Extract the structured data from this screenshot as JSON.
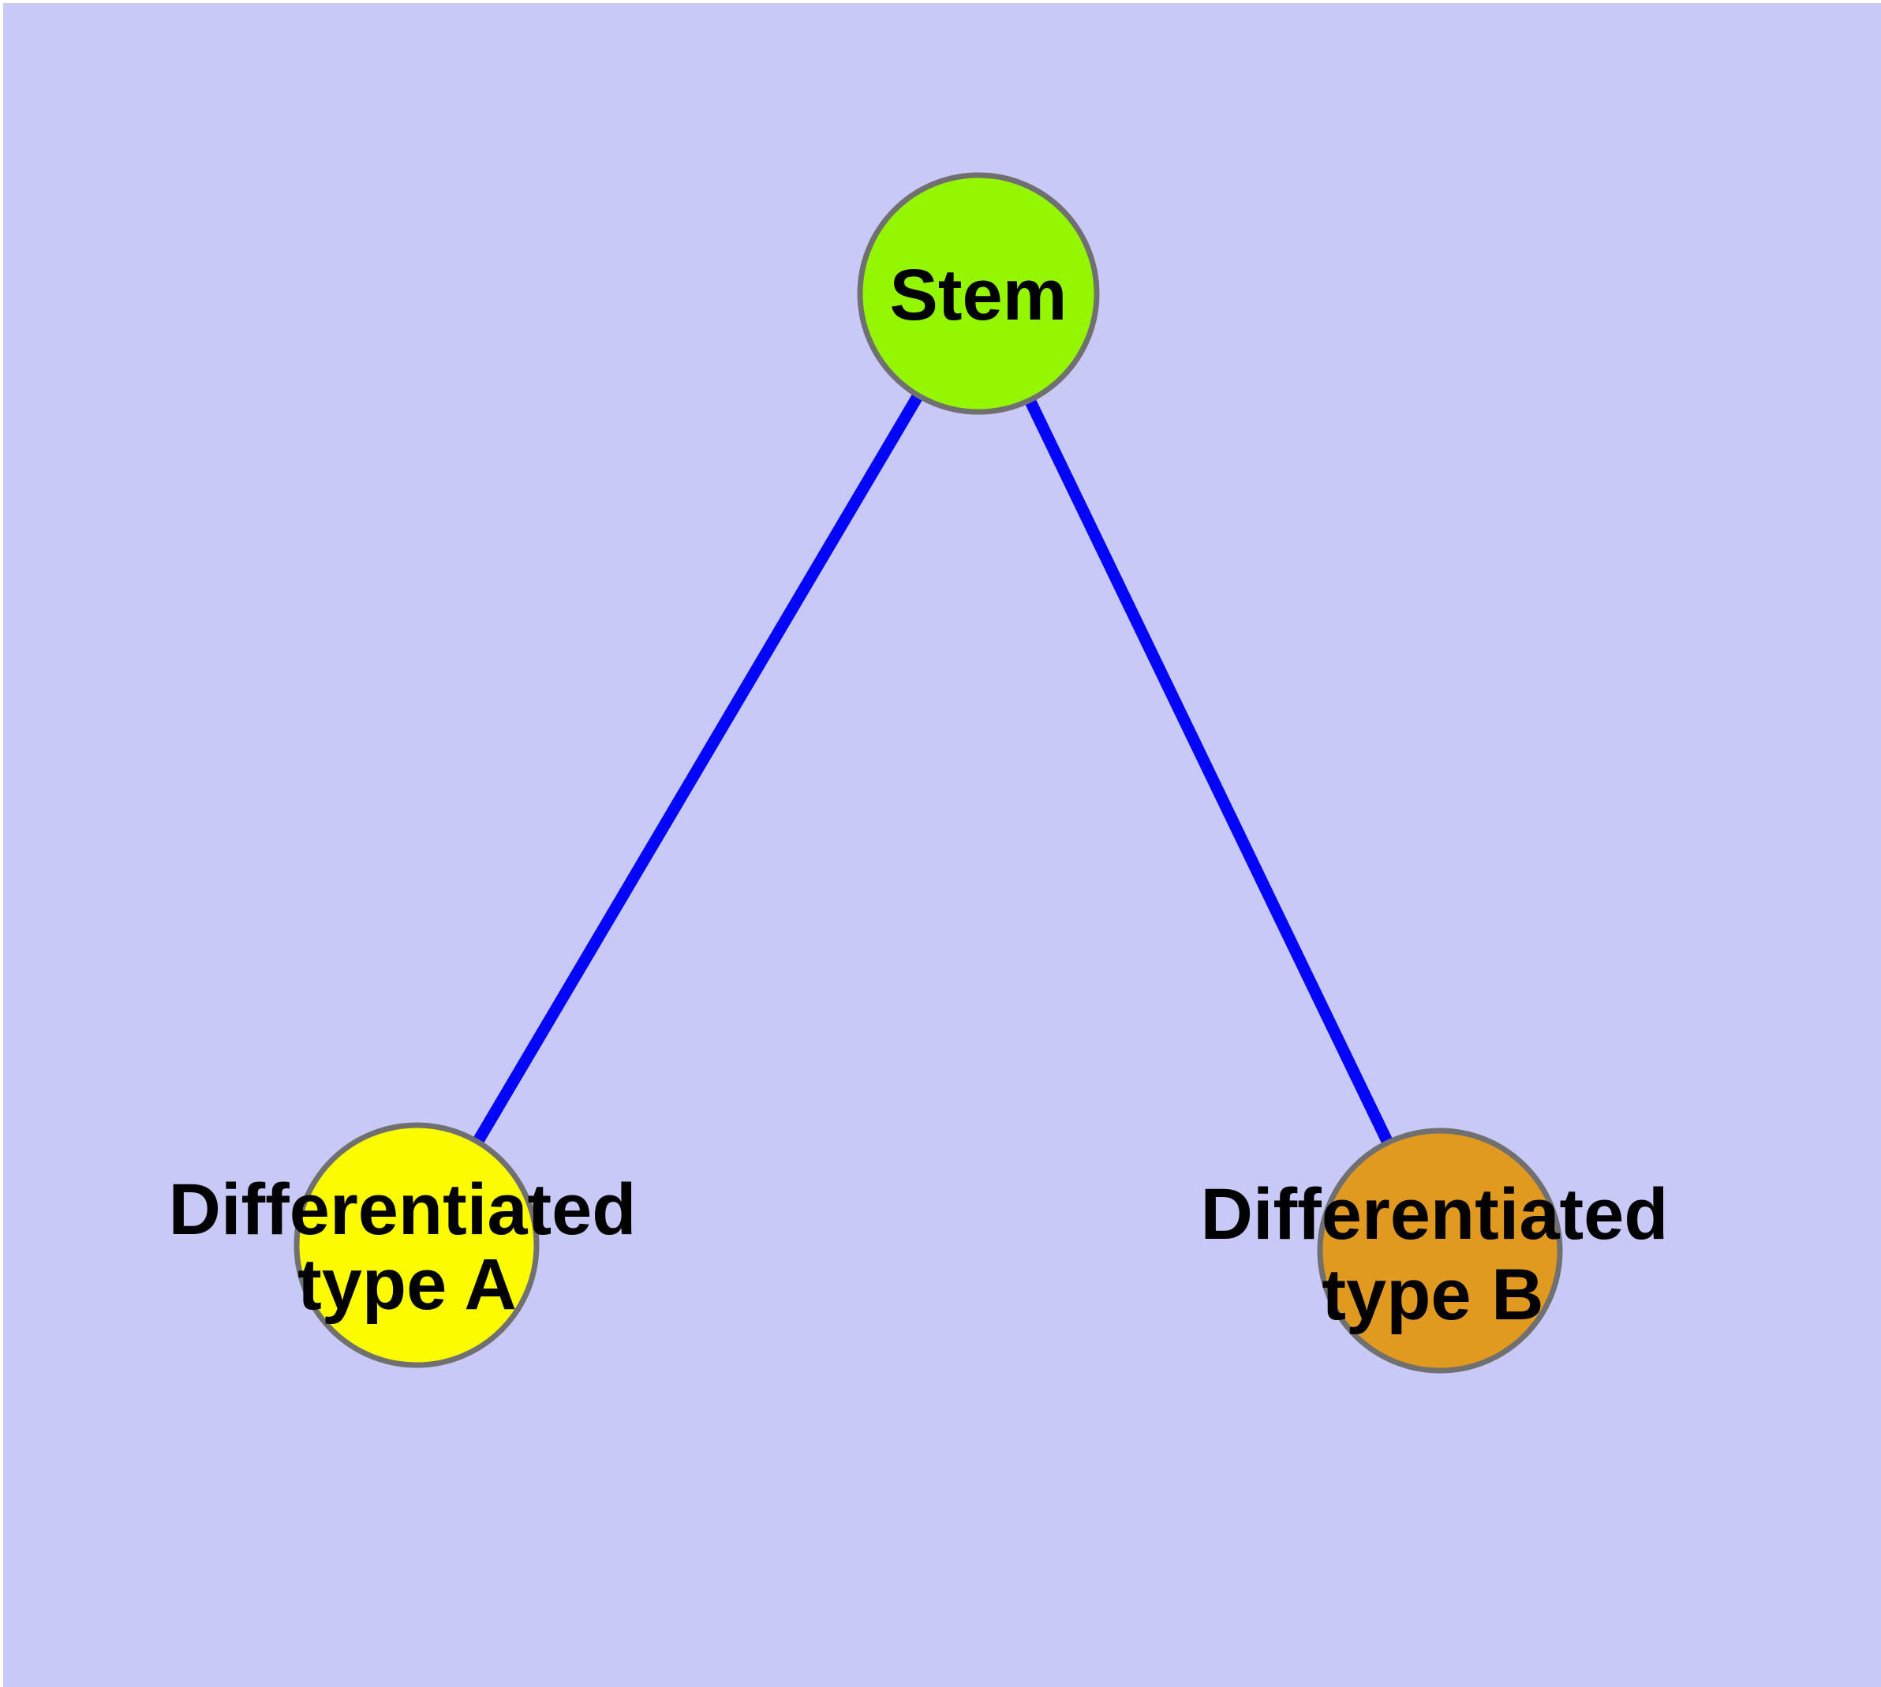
{
  "diagram": {
    "type": "node-edge-graph",
    "background_color": "#C9C9F8",
    "edge_color": "#0504FA",
    "node_border_color": "#707070",
    "text_color": "#000000",
    "nodes": [
      {
        "id": "stem",
        "label": "Stem",
        "label_line1": "Stem",
        "label_line2": "",
        "fill": "#94F600"
      },
      {
        "id": "differentiated-type-a",
        "label": "Differentiated type A",
        "label_line1": "Differentiated",
        "label_line2": "type A",
        "fill": "#FCFC00"
      },
      {
        "id": "differentiated-type-b",
        "label": "Differentiated type B",
        "label_line1": "Differentiated",
        "label_line2": "type B",
        "fill": "#E2991F"
      }
    ],
    "edges": [
      {
        "from": "Stem",
        "to": "Differentiated type A"
      },
      {
        "from": "Stem",
        "to": "Differentiated type B"
      }
    ]
  }
}
